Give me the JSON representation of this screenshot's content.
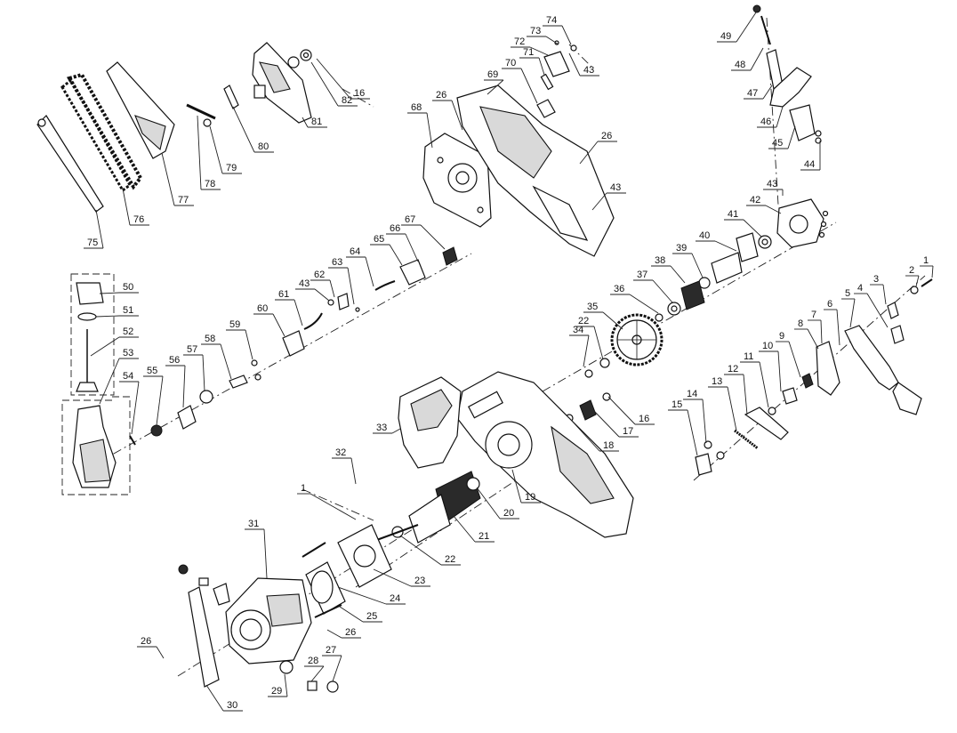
{
  "diagram": {
    "labels": [
      "1",
      "2",
      "3",
      "4",
      "5",
      "6",
      "7",
      "8",
      "9",
      "10",
      "11",
      "12",
      "13",
      "14",
      "15",
      "16",
      "17",
      "18",
      "19",
      "20",
      "21",
      "22",
      "23",
      "24",
      "25",
      "26",
      "27",
      "28",
      "29",
      "30",
      "31",
      "32",
      "33",
      "34",
      "35",
      "36",
      "37",
      "38",
      "39",
      "40",
      "41",
      "42",
      "43",
      "44",
      "45",
      "46",
      "47",
      "48",
      "49",
      "50",
      "51",
      "52",
      "53",
      "54",
      "55",
      "56",
      "57",
      "58",
      "59",
      "60",
      "61",
      "62",
      "63",
      "64",
      "65",
      "66",
      "67",
      "68",
      "69",
      "70",
      "71",
      "72",
      "73",
      "74",
      "75",
      "76",
      "77",
      "78",
      "79",
      "80",
      "81",
      "82"
    ]
  }
}
